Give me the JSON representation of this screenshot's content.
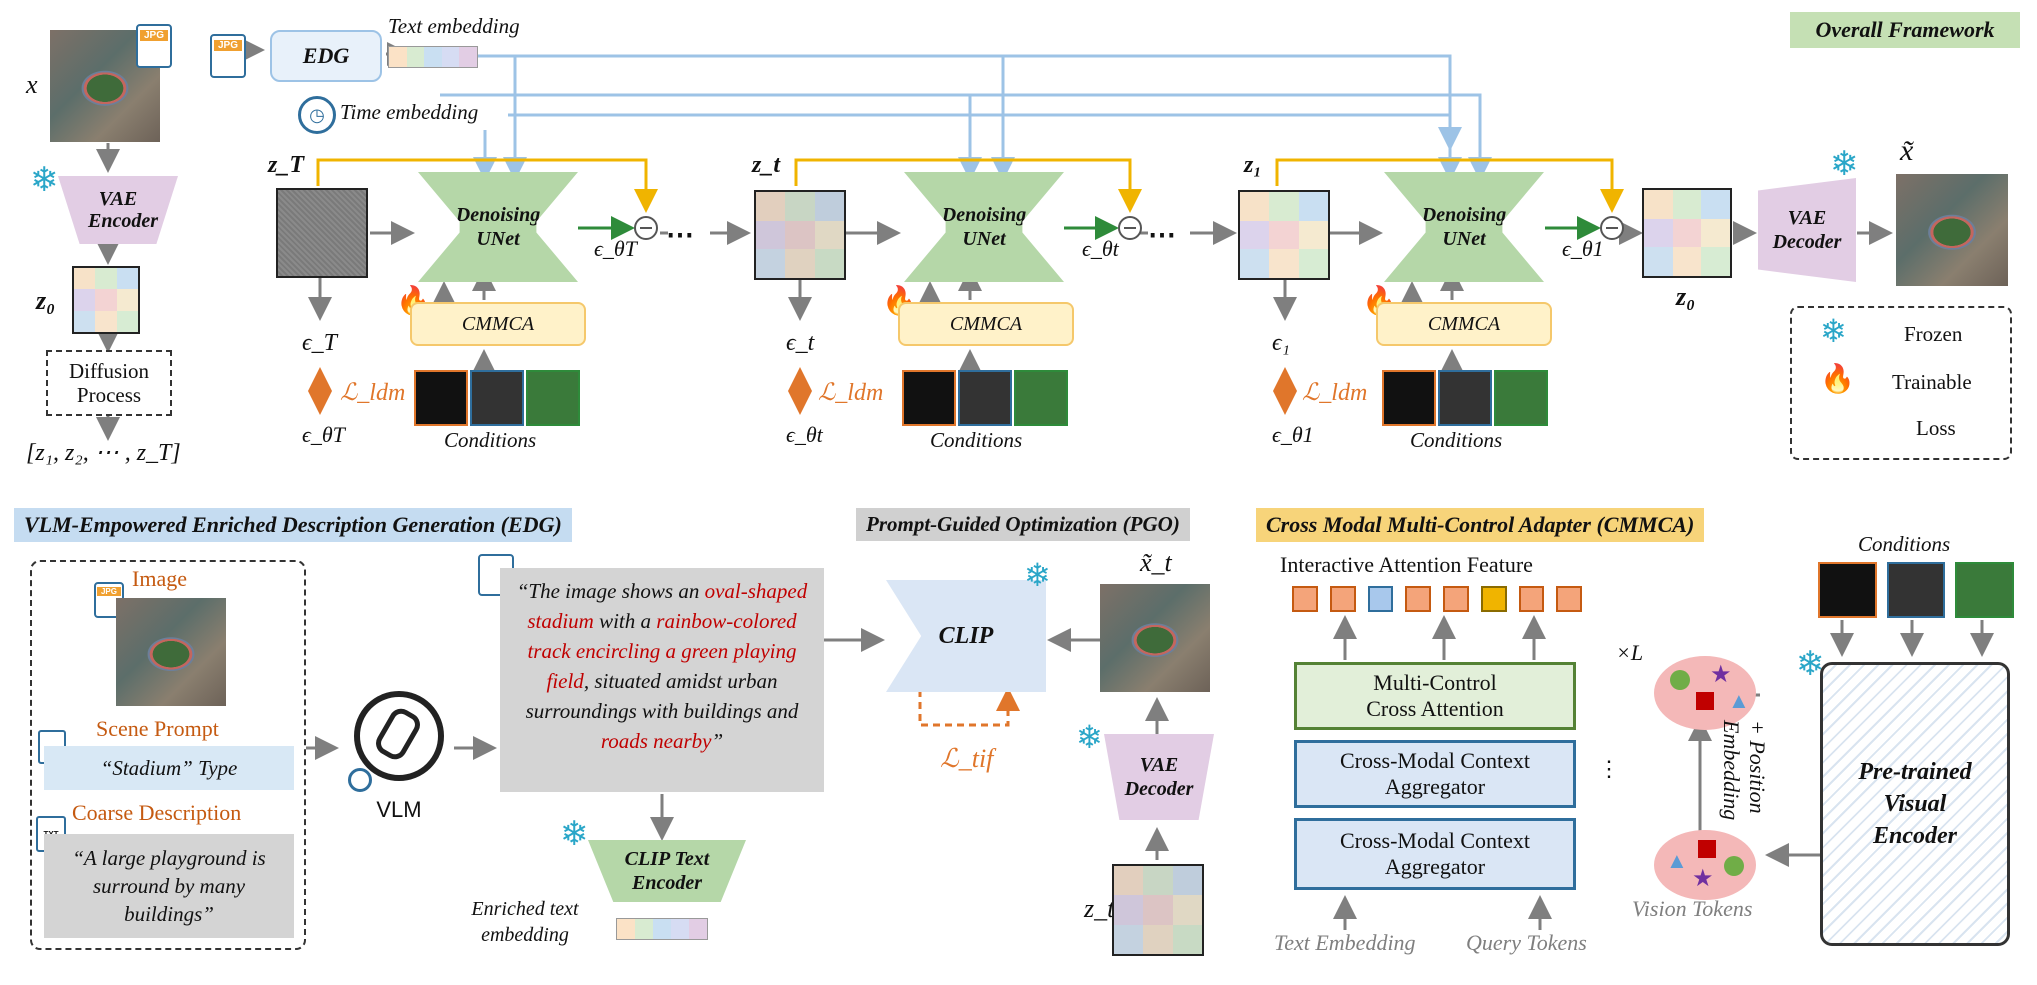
{
  "top": {
    "framework_label": "Overall Framework",
    "x_label": "x",
    "x_tilde_label": "x̃",
    "edg_label": "EDG",
    "text_embedding_label": "Text embedding",
    "time_embedding_label": "Time embedding",
    "vae_encoder": "VAE Encoder",
    "vae_decoder": "VAE Decoder",
    "z0_label": "z₀",
    "diffusion_process": "Diffusion Process",
    "z_sequence": "[z₁, z₂, ⋯ , z_T]",
    "ellipsis": "⋯",
    "blocks": [
      {
        "z": "z_T",
        "unet": "Denoising UNet",
        "cmmca": "CMMCA",
        "eps": "ϵ_T",
        "eps_theta": "ϵ_θT",
        "eps_out": "ϵ_θT",
        "loss": "ℒ_ldm",
        "conditions": "Conditions"
      },
      {
        "z": "z_t",
        "unet": "Denoising UNet",
        "cmmca": "CMMCA",
        "eps": "ϵ_t",
        "eps_theta": "ϵ_θt",
        "eps_out": "ϵ_θt",
        "loss": "ℒ_ldm",
        "conditions": "Conditions"
      },
      {
        "z": "z₁",
        "unet": "Denoising UNet",
        "cmmca": "CMMCA",
        "eps": "ϵ₁",
        "eps_theta": "ϵ_θ1",
        "eps_out": "ϵ_θ1",
        "loss": "ℒ_ldm",
        "conditions": "Conditions"
      }
    ],
    "z0_out": "z₀",
    "legend": {
      "frozen": "Frozen",
      "trainable": "Trainable",
      "loss": "Loss"
    }
  },
  "edg": {
    "title": "VLM-Empowered Enriched Description Generation (EDG)",
    "image_label": "Image",
    "scene_prompt_label": "Scene Prompt",
    "scene_prompt_value": "“Stadium” Type",
    "coarse_label": "Coarse Description",
    "coarse_value": "“A large playground is surround by many buildings”",
    "vlm_label": "VLM",
    "enriched_parts": [
      {
        "text": "“The image shows an ",
        "red": false
      },
      {
        "text": "oval-shaped stadium",
        "red": true
      },
      {
        "text": " with a ",
        "red": false
      },
      {
        "text": "rainbow-colored track encircling a green playing field",
        "red": true
      },
      {
        "text": ", situated amidst urban surroundings with buildings and ",
        "red": false
      },
      {
        "text": "roads nearby",
        "red": true
      },
      {
        "text": "”",
        "red": false
      }
    ],
    "clip_text_encoder": "CLIP Text Encoder",
    "enriched_embedding": "Enriched text embedding"
  },
  "pgo": {
    "title": "Prompt-Guided Optimization (PGO)",
    "clip": "CLIP",
    "loss": "ℒ_tif",
    "xt_label": "x̃_t",
    "vae_decoder": "VAE Decoder",
    "zt_label": "z_t"
  },
  "cmmca": {
    "title": "Cross Modal Multi-Control Adapter (CMMCA)",
    "feature_label": "Interactive Attention Feature",
    "conditions_label": "Conditions",
    "multi_control": "Multi-Control Cross Attention",
    "aggregator_1": "Cross-Modal Context Aggregator",
    "aggregator_2": "Cross-Modal Context Aggregator",
    "repeat": "×L",
    "position_embedding": "+ Position Embedding",
    "pretrained_encoder": "Pre-trained Visual Encoder",
    "vision_tokens": "Vision Tokens",
    "text_embedding": "Text Embedding",
    "query_tokens": "Query Tokens",
    "feature_colors": [
      "#f4a47a",
      "#f4a47a",
      "#a8c8ec",
      "#f4a47a",
      "#f4a47a",
      "#f0b400",
      "#f4a47a",
      "#f4a47a"
    ]
  },
  "colors": {
    "top_border": "#a9d18e",
    "top_bg": "#f4f9ef",
    "bottom_border": "#f4a0a0",
    "edg_bg": "#e8f1fa",
    "edg_border": "#9dc3e6",
    "pgo_bg": "#ededed",
    "cmmca_bg": "#fdf3d8",
    "cmmca_border": "#f5c86b",
    "unet": "#b5d7a8",
    "vae": "#e2cde4",
    "cmmca_box": "#fff2c9",
    "arrow_blue": "#9dc3e6",
    "arrow_yellow": "#f0b400",
    "arrow_green": "#2e8b3a",
    "arrow_gray": "#7f7f7f",
    "loss_orange": "#e0762b"
  }
}
